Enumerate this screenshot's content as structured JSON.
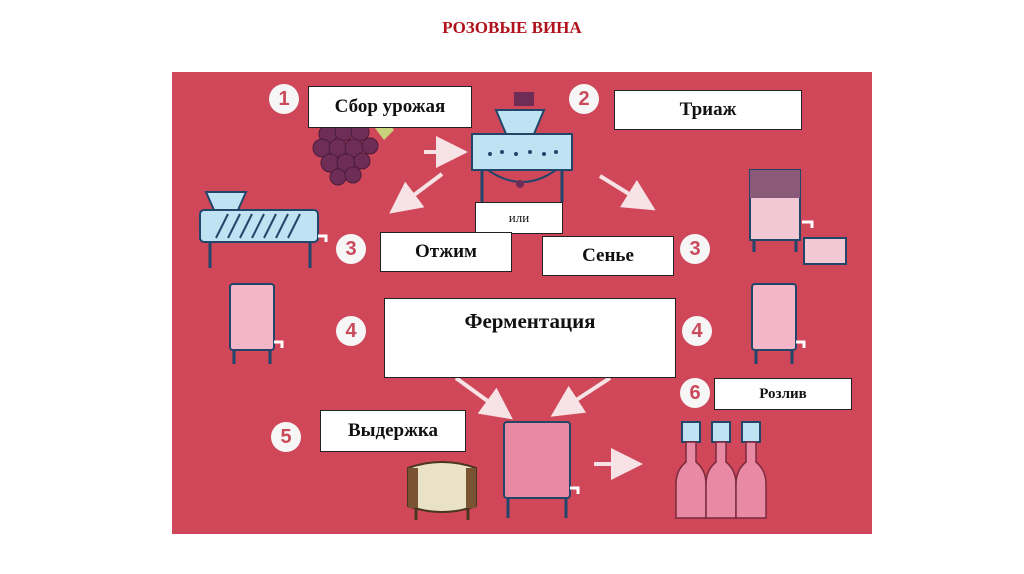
{
  "title": "РОЗОВЫЕ ВИНА",
  "colors": {
    "title": "#b0121b",
    "panel": "#d0475a",
    "badge_text": "#c94a5a"
  },
  "steps": {
    "harvest": {
      "num": "1",
      "label": "Сбор урожая"
    },
    "triage": {
      "num": "2",
      "label": "Триаж"
    },
    "or": "или",
    "pressing": {
      "num": "3",
      "label": "Отжим"
    },
    "saignee": {
      "num": "3",
      "label": "Сенье"
    },
    "fermentation": {
      "num_left": "4",
      "num_right": "4",
      "label": "Ферментация"
    },
    "aging": {
      "num": "5",
      "label": "Выдержка"
    },
    "bottling": {
      "num": "6",
      "label": "Розлив"
    }
  },
  "icons": [
    "grapes-icon",
    "sorting-hopper-icon",
    "press-machine-icon",
    "tank-icon",
    "barrel-icon",
    "wine-bottle-icon",
    "arrow-icon"
  ]
}
